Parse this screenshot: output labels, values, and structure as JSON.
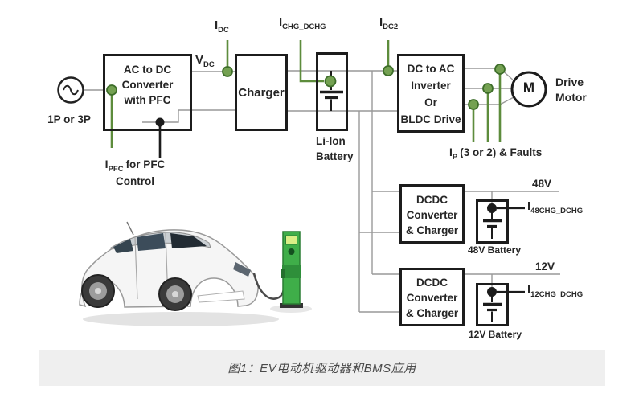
{
  "diagram": {
    "source_label": "1P or 3P",
    "blocks": {
      "acdc": {
        "lines": [
          "AC to DC",
          "Converter",
          "with PFC"
        ]
      },
      "charger": {
        "label": "Charger"
      },
      "liion": {
        "caption_lines": [
          "Li-Ion",
          "Battery"
        ]
      },
      "inverter": {
        "lines": [
          "DC to AC",
          "Inverter",
          "Or",
          "BLDC Drive"
        ]
      },
      "motor": {
        "symbol": "M",
        "caption_lines": [
          "Drive",
          "Motor"
        ]
      },
      "dcdc48": {
        "lines": [
          "DCDC",
          "Converter",
          "& Charger"
        ]
      },
      "dcdc12": {
        "lines": [
          "DCDC",
          "Converter",
          "& Charger"
        ]
      },
      "battery48": {
        "caption": "48V Battery"
      },
      "battery12": {
        "caption": "12V Battery"
      }
    },
    "signals": {
      "vdc": {
        "main": "V",
        "sub": "DC"
      },
      "idc": {
        "main": "I",
        "sub": "DC"
      },
      "ichg": {
        "main": "I",
        "sub": "CHG_DCHG"
      },
      "idc2": {
        "main": "I",
        "sub": "DC2"
      },
      "ipfc": {
        "main": "I",
        "sub": "PFC",
        "rest": "for PFC",
        "line2": "Control"
      },
      "ip": {
        "main": "I",
        "sub": "P",
        "rest": "(3 or 2) & Faults"
      },
      "i48": {
        "main": "I",
        "sub": "48CHG_DCHG"
      },
      "i12": {
        "main": "I",
        "sub": "12CHG_DCHG"
      },
      "rail48": "48V",
      "rail12": "12V"
    },
    "colors": {
      "sensor_green_fill": "#74a152",
      "sensor_green_stroke": "#3e6e2a",
      "wire_gray": "#999999",
      "line_black": "#1c1c1c",
      "station_green": "#3fae49"
    }
  },
  "caption": {
    "text": "图1：EV电动机驱动器和BMS应用"
  }
}
